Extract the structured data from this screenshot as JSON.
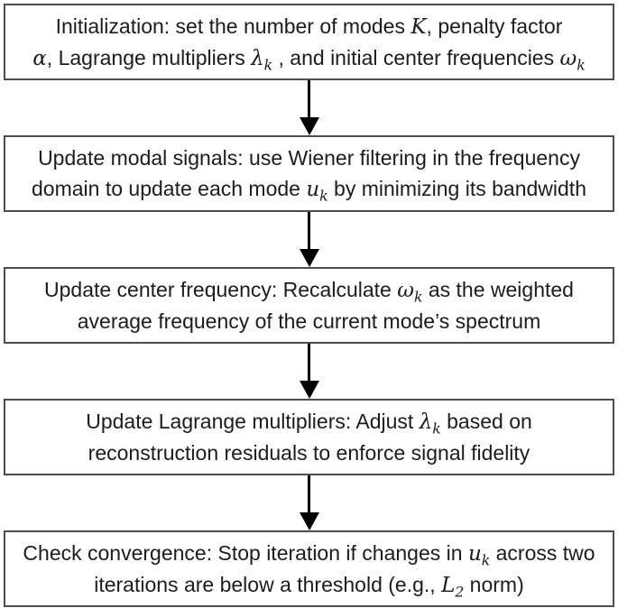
{
  "diagram": {
    "kind": "flowchart",
    "background_color": "#ffffff",
    "box_border_color": "#4d4d4d",
    "text_color": "#1c1c1c",
    "arrow_color": "#000000",
    "arrow_icon": "down-arrow-icon",
    "boxes": [
      {
        "name": "initialization",
        "lines": [
          [
            {
              "t": "Initialization: set the number of modes "
            },
            {
              "t": "K",
              "math": true
            },
            {
              "t": ", penalty factor"
            }
          ],
          [
            {
              "t": "α",
              "math": true
            },
            {
              "t": ", Lagrange multipliers "
            },
            {
              "t": "λ",
              "math": true,
              "sub": "k"
            },
            {
              "t": " , and initial center frequencies "
            },
            {
              "t": "ω",
              "math": true,
              "sub": "k"
            }
          ]
        ]
      },
      {
        "name": "update-modal-signals",
        "lines": [
          [
            {
              "t": "Update modal signals: use Wiener filtering in the frequency"
            }
          ],
          [
            {
              "t": "domain to update each mode "
            },
            {
              "t": "u",
              "math": true,
              "sub": "k"
            },
            {
              "t": " by minimizing its bandwidth"
            }
          ]
        ]
      },
      {
        "name": "update-center-frequency",
        "lines": [
          [
            {
              "t": "Update center frequency: Recalculate "
            },
            {
              "t": "ω",
              "math": true,
              "sub": "k"
            },
            {
              "t": " as the weighted"
            }
          ],
          [
            {
              "t": "average frequency of the current mode’s spectrum"
            }
          ]
        ]
      },
      {
        "name": "update-lagrange-multipliers",
        "lines": [
          [
            {
              "t": "Update Lagrange multipliers: Adjust "
            },
            {
              "t": "λ",
              "math": true,
              "sub": "k"
            },
            {
              "t": " based on"
            }
          ],
          [
            {
              "t": "reconstruction residuals to enforce signal fidelity"
            }
          ]
        ]
      },
      {
        "name": "check-convergence",
        "lines": [
          [
            {
              "t": "Check convergence: Stop iteration if changes in "
            },
            {
              "t": "u",
              "math": true,
              "sub": "k"
            },
            {
              "t": " across two"
            }
          ],
          [
            {
              "t": "iterations are below a threshold (e.g., "
            },
            {
              "t": "L",
              "math": true,
              "sub": "2"
            },
            {
              "t": " norm)"
            }
          ]
        ]
      }
    ]
  }
}
